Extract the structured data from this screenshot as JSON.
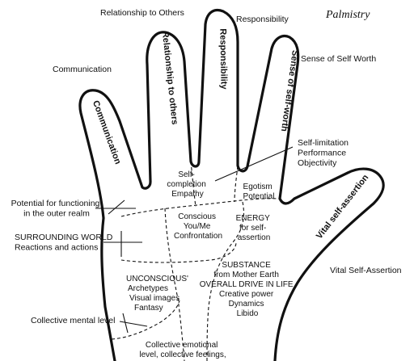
{
  "title": "Palmistry",
  "outer_labels": {
    "relationship_to_others": "Relationship to Others",
    "responsibility": "Responsibility",
    "communication": "Communication",
    "sense_of_self_worth": "Sense of Self Worth",
    "self_limitation": [
      "Self-limitation",
      "Performance",
      "Objectivity"
    ],
    "potential_outer_realm": [
      "Potential for functioning",
      "in the outer realm"
    ],
    "surrounding_world": [
      "SURROUNDING WORLD",
      "Reactions and actions"
    ],
    "vital_self_assertion": "Vital Self-Assertion",
    "collective_mental_level": "Collective mental level"
  },
  "finger_labels": {
    "communication": "Communication",
    "relationship_to_others": "Relationship to others",
    "responsibility": "Responsibility",
    "sense_of_self_worth": "Sense of self-worth",
    "vital_self_assertion": "Vital self-assertion"
  },
  "palm_labels": {
    "self_completion": [
      "Self-",
      "completion",
      "Empathy"
    ],
    "egotism": [
      "Egotism",
      "Potential"
    ],
    "conscious": [
      "Conscious",
      "You/Me",
      "Confrontation"
    ],
    "energy": [
      "ENERGY",
      "for self-",
      "assertion"
    ],
    "unconscious": [
      "UNCONSCIOUS'",
      "Archetypes",
      "Visual images",
      "Fantasy"
    ],
    "substance": [
      "SUBSTANCE",
      "from Mother Earth",
      "OVERALL DRIVE IN LIFE",
      "Creative power",
      "Dynamics",
      "Libido"
    ],
    "collective_emotional": [
      "Collective emotional",
      "level, collective feelings,"
    ]
  }
}
